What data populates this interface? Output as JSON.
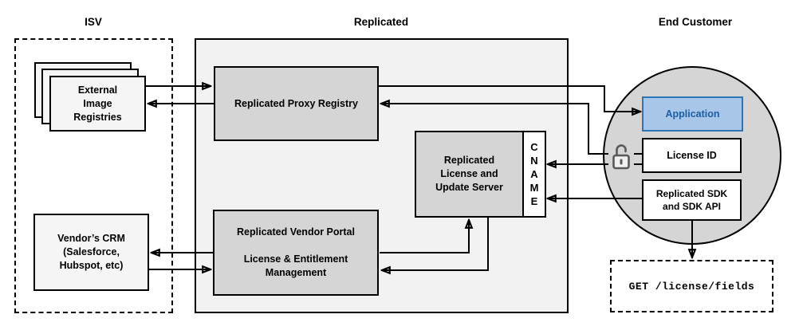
{
  "sections": {
    "isv": {
      "label": "ISV"
    },
    "replicated": {
      "label": "Replicated"
    },
    "end_customer": {
      "label": "End Customer"
    }
  },
  "nodes": {
    "external_registries": {
      "lines": [
        "External",
        "Image",
        "Registries"
      ]
    },
    "vendor_crm": {
      "lines": [
        "Vendor’s CRM",
        "(Salesforce,",
        "Hubspot, etc)"
      ]
    },
    "proxy_registry": {
      "label": "Replicated Proxy Registry"
    },
    "vendor_portal": {
      "lines": [
        "Replicated Vendor Portal",
        "",
        "License & Entitlement",
        "Management"
      ]
    },
    "license_update_server": {
      "lines": [
        "Replicated",
        "License and",
        "Update Server"
      ]
    },
    "cname": {
      "label": "CNAME"
    },
    "application": {
      "label": "Application"
    },
    "license_id": {
      "label": "License ID"
    },
    "sdk": {
      "lines": [
        "Replicated SDK",
        "and SDK API"
      ]
    },
    "get_endpoint": {
      "label": "GET /license/fields"
    }
  },
  "icons": {
    "lock": "unlocked-padlock-icon"
  },
  "colors": {
    "container_fill": "#f2f2f2",
    "node_fill": "#d5d5d5",
    "light_fill": "#f5f5f5",
    "accent_fill": "#a8c6e8",
    "accent_border": "#2e75b6",
    "accent_text": "#1b5ea6",
    "line": "#000000",
    "lock": "#595959"
  },
  "edges": [
    {
      "from": "external-image-registries",
      "to": "replicated-proxy-registry"
    },
    {
      "from": "replicated-proxy-registry",
      "to": "external-image-registries"
    },
    {
      "from": "replicated-proxy-registry",
      "to": "application"
    },
    {
      "from": "license-id",
      "to": "replicated-proxy-registry"
    },
    {
      "from": "license-id",
      "to": "cname"
    },
    {
      "from": "replicated-sdk-and-sdk-api",
      "to": "cname"
    },
    {
      "from": "vendor-portal",
      "to": "vendor-crm"
    },
    {
      "from": "vendor-crm",
      "to": "vendor-portal"
    },
    {
      "from": "vendor-portal",
      "to": "license-update-server"
    },
    {
      "from": "license-update-server",
      "to": "vendor-portal"
    },
    {
      "from": "replicated-sdk-and-sdk-api",
      "to": "get-license-fields"
    }
  ]
}
